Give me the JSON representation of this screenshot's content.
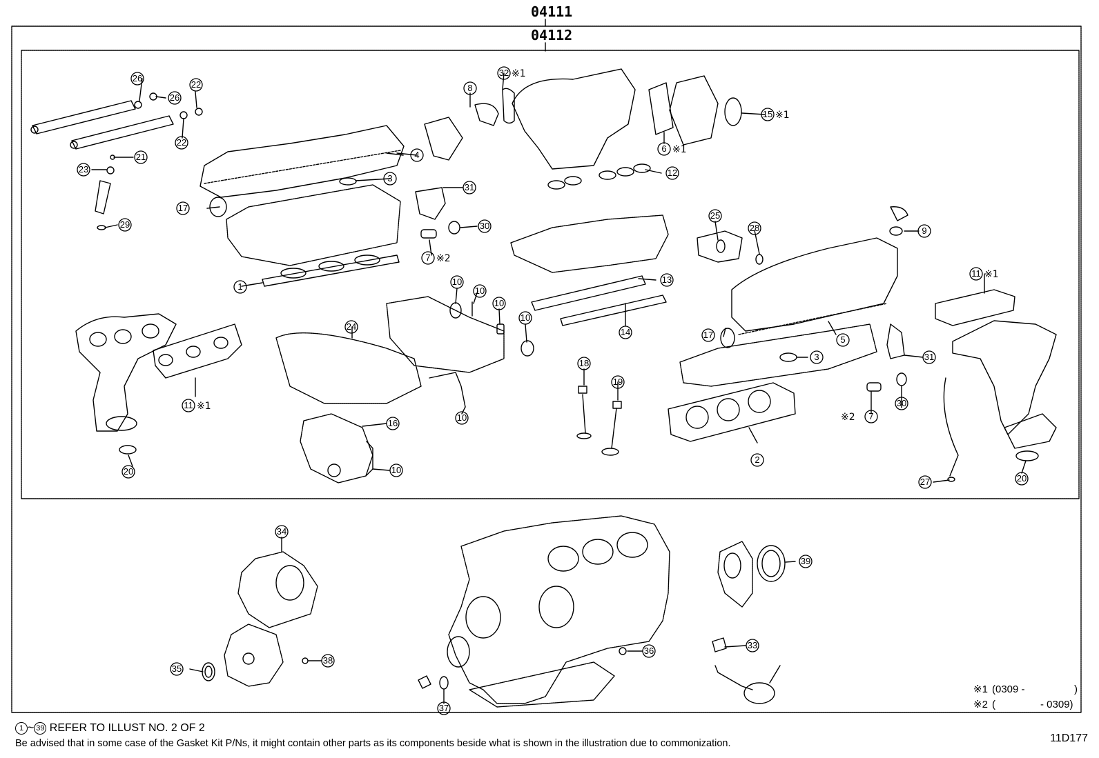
{
  "header": {
    "top_code": "04111",
    "inner_code": "04112"
  },
  "callouts": {
    "c1": "1",
    "c2": "2",
    "c3a": "3",
    "c3b": "3",
    "c4": "4",
    "c5": "5",
    "c6": "6",
    "c7a": "7",
    "c7b": "7",
    "c8": "8",
    "c9": "9",
    "c10a": "10",
    "c10b": "10",
    "c10c": "10",
    "c10d": "10",
    "c10e": "10",
    "c10f": "10",
    "c11a": "11",
    "c11b": "11",
    "c12": "12",
    "c13": "13",
    "c14": "14",
    "c15": "15",
    "c16": "16",
    "c17a": "17",
    "c17b": "17",
    "c18": "18",
    "c19": "19",
    "c20a": "20",
    "c20b": "20",
    "c21": "21",
    "c22a": "22",
    "c22b": "22",
    "c23": "23",
    "c24": "24",
    "c25": "25",
    "c26a": "26",
    "c26b": "26",
    "c27": "27",
    "c28": "28",
    "c29": "29",
    "c30a": "30",
    "c30b": "30",
    "c31a": "31",
    "c31b": "31",
    "c32": "32",
    "c33": "33",
    "c34": "34",
    "c35": "35",
    "c36": "36",
    "c37": "37",
    "c38": "38",
    "c39": "39"
  },
  "marks": {
    "m1": "※1",
    "m2": "※2"
  },
  "notes": {
    "n1_mark": "※1",
    "n1_range": "(0309 -",
    "n1_close": ")",
    "n2_mark": "※2",
    "n2_open": "(",
    "n2_range": "- 0309)"
  },
  "footer": {
    "start_num": "1",
    "end_num": "39",
    "range_text": "~",
    "refer_text": "REFER TO ILLUST NO. 2 OF 2",
    "advice_text": "Be advised that in some case of the Gasket Kit P/Ns,  it might contain other parts as its components beside what is shown in the illustration due to commonization.",
    "figure_id": "11D177"
  }
}
